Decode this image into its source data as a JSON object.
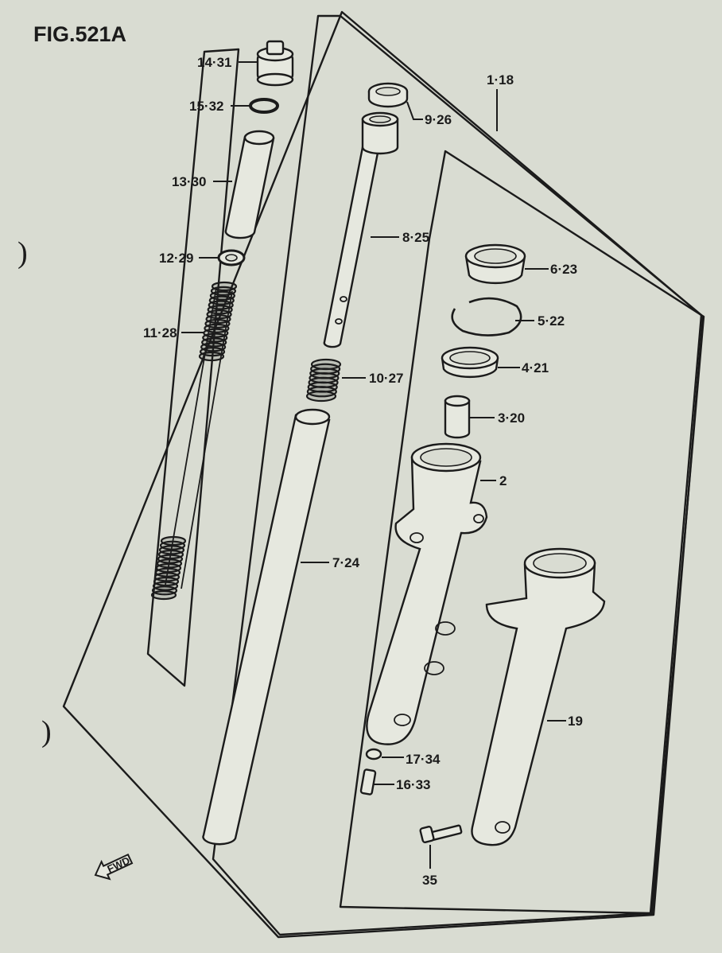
{
  "figure": {
    "title": "FIG.521A"
  },
  "labels": {
    "p1": "1·18",
    "p2": "2",
    "p3": "3·20",
    "p4": "4·21",
    "p5": "5·22",
    "p6": "6·23",
    "p7": "7·24",
    "p8": "8·25",
    "p9": "9·26",
    "p10": "10·27",
    "p11": "11·28",
    "p12": "12·29",
    "p13": "13·30",
    "p14": "14·31",
    "p15": "15·32",
    "p16": "16·33",
    "p17": "17·34",
    "p19": "19",
    "p35": "35"
  },
  "direction_marker": {
    "text": "FWD"
  }
}
